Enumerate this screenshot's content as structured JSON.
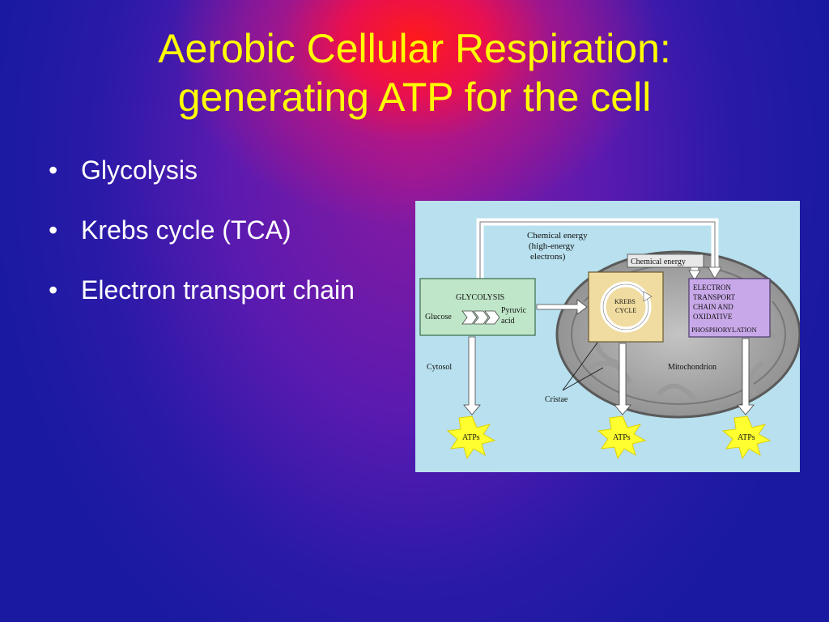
{
  "slide": {
    "title_line1": "Aerobic Cellular Respiration:",
    "title_line2": "generating ATP for the cell",
    "bullets": [
      "Glycolysis",
      "Krebs cycle (TCA)",
      "Electron transport chain"
    ]
  },
  "diagram": {
    "chemical_energy_top_1": "Chemical energy",
    "chemical_energy_top_2": "(high-energy",
    "chemical_energy_top_3": "electrons)",
    "chemical_energy_mid": "Chemical energy",
    "glycolysis": "GLYCOLYSIS",
    "glucose": "Glucose",
    "pyruvic_1": "Pyruvic",
    "pyruvic_2": "acid",
    "krebs_1": "KREBS",
    "krebs_2": "CYCLE",
    "etc_1": "ELECTRON",
    "etc_2": "TRANSPORT",
    "etc_3": "CHAIN AND",
    "etc_4": "OXIDATIVE",
    "etc_5": "PHOSPHORYLATION",
    "cytosol": "Cytosol",
    "mitochondrion": "Mitochondrion",
    "cristae": "Cristae",
    "atp_left": "ATPs",
    "atp_middle": "ATPs",
    "atp_right": "ATPs"
  },
  "colors": {
    "title": "#ffff00",
    "bullet_text": "#ffffff",
    "figure_bg": "#b8e0ee",
    "glycolysis_box": "#bfe6c8",
    "krebs_box": "#f0dca0",
    "etc_box": "#c8a8e8"
  }
}
